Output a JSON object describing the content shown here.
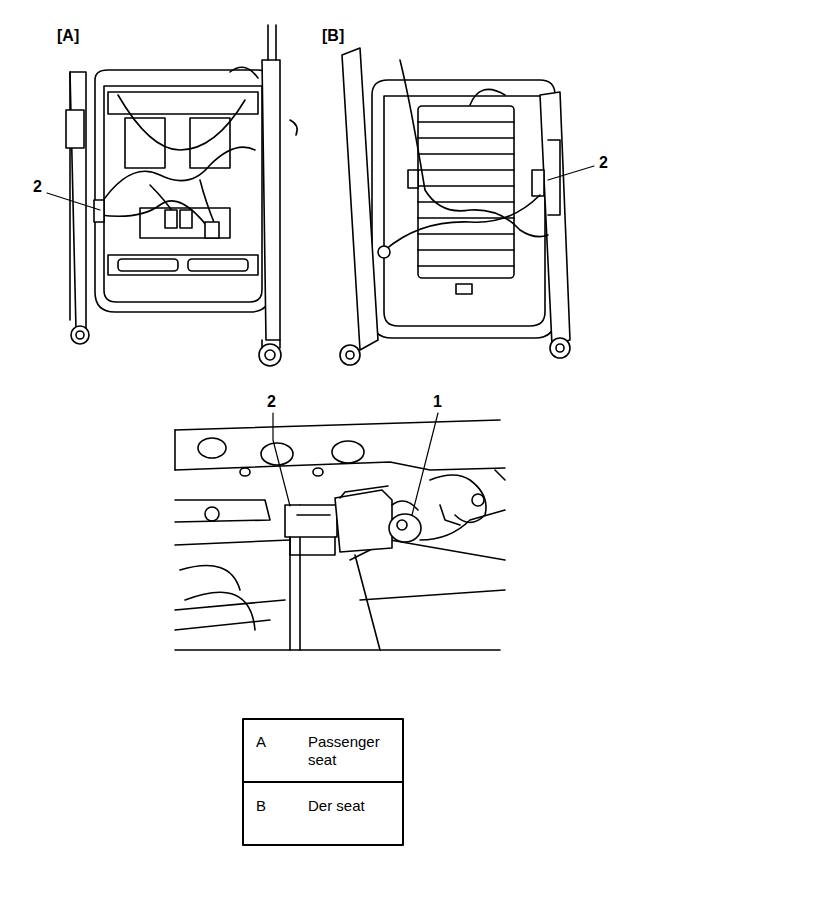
{
  "diagram": {
    "labels": [
      "[A]",
      "[B]",
      "2",
      "2",
      "2",
      "1",
      "A",
      "Passenger seat",
      "B",
      "Der seat"
    ]
  }
}
